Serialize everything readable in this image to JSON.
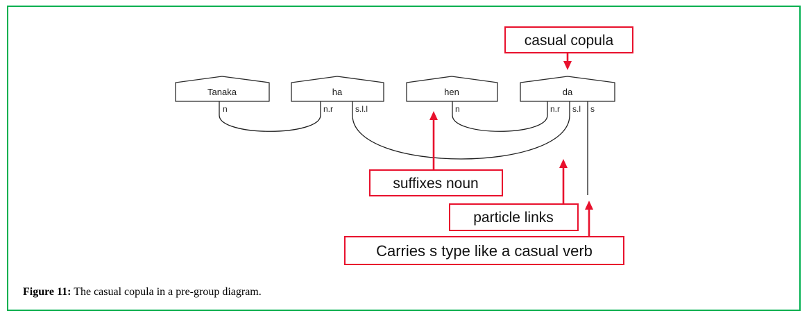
{
  "colors": {
    "annotation_red": "#e8112d",
    "frame_green": "#00b050",
    "wire_black": "#1f1f1f",
    "background": "#ffffff"
  },
  "diagram": {
    "words": [
      {
        "label": "Tanaka",
        "types": [
          "n"
        ]
      },
      {
        "label": "ha",
        "types": [
          "n.r",
          "s.l.l"
        ]
      },
      {
        "label": "hen",
        "types": [
          "n"
        ]
      },
      {
        "label": "da",
        "types": [
          "n.r",
          "s.l",
          "s"
        ]
      }
    ],
    "annotations": {
      "casual_copula": "casual copula",
      "suffixes_noun": "suffixes noun",
      "particle_links": "particle links",
      "carries_s": "Carries s type like a casual verb"
    }
  },
  "caption": {
    "label": "Figure 11:",
    "text": " The casual copula in a pre-group diagram."
  }
}
